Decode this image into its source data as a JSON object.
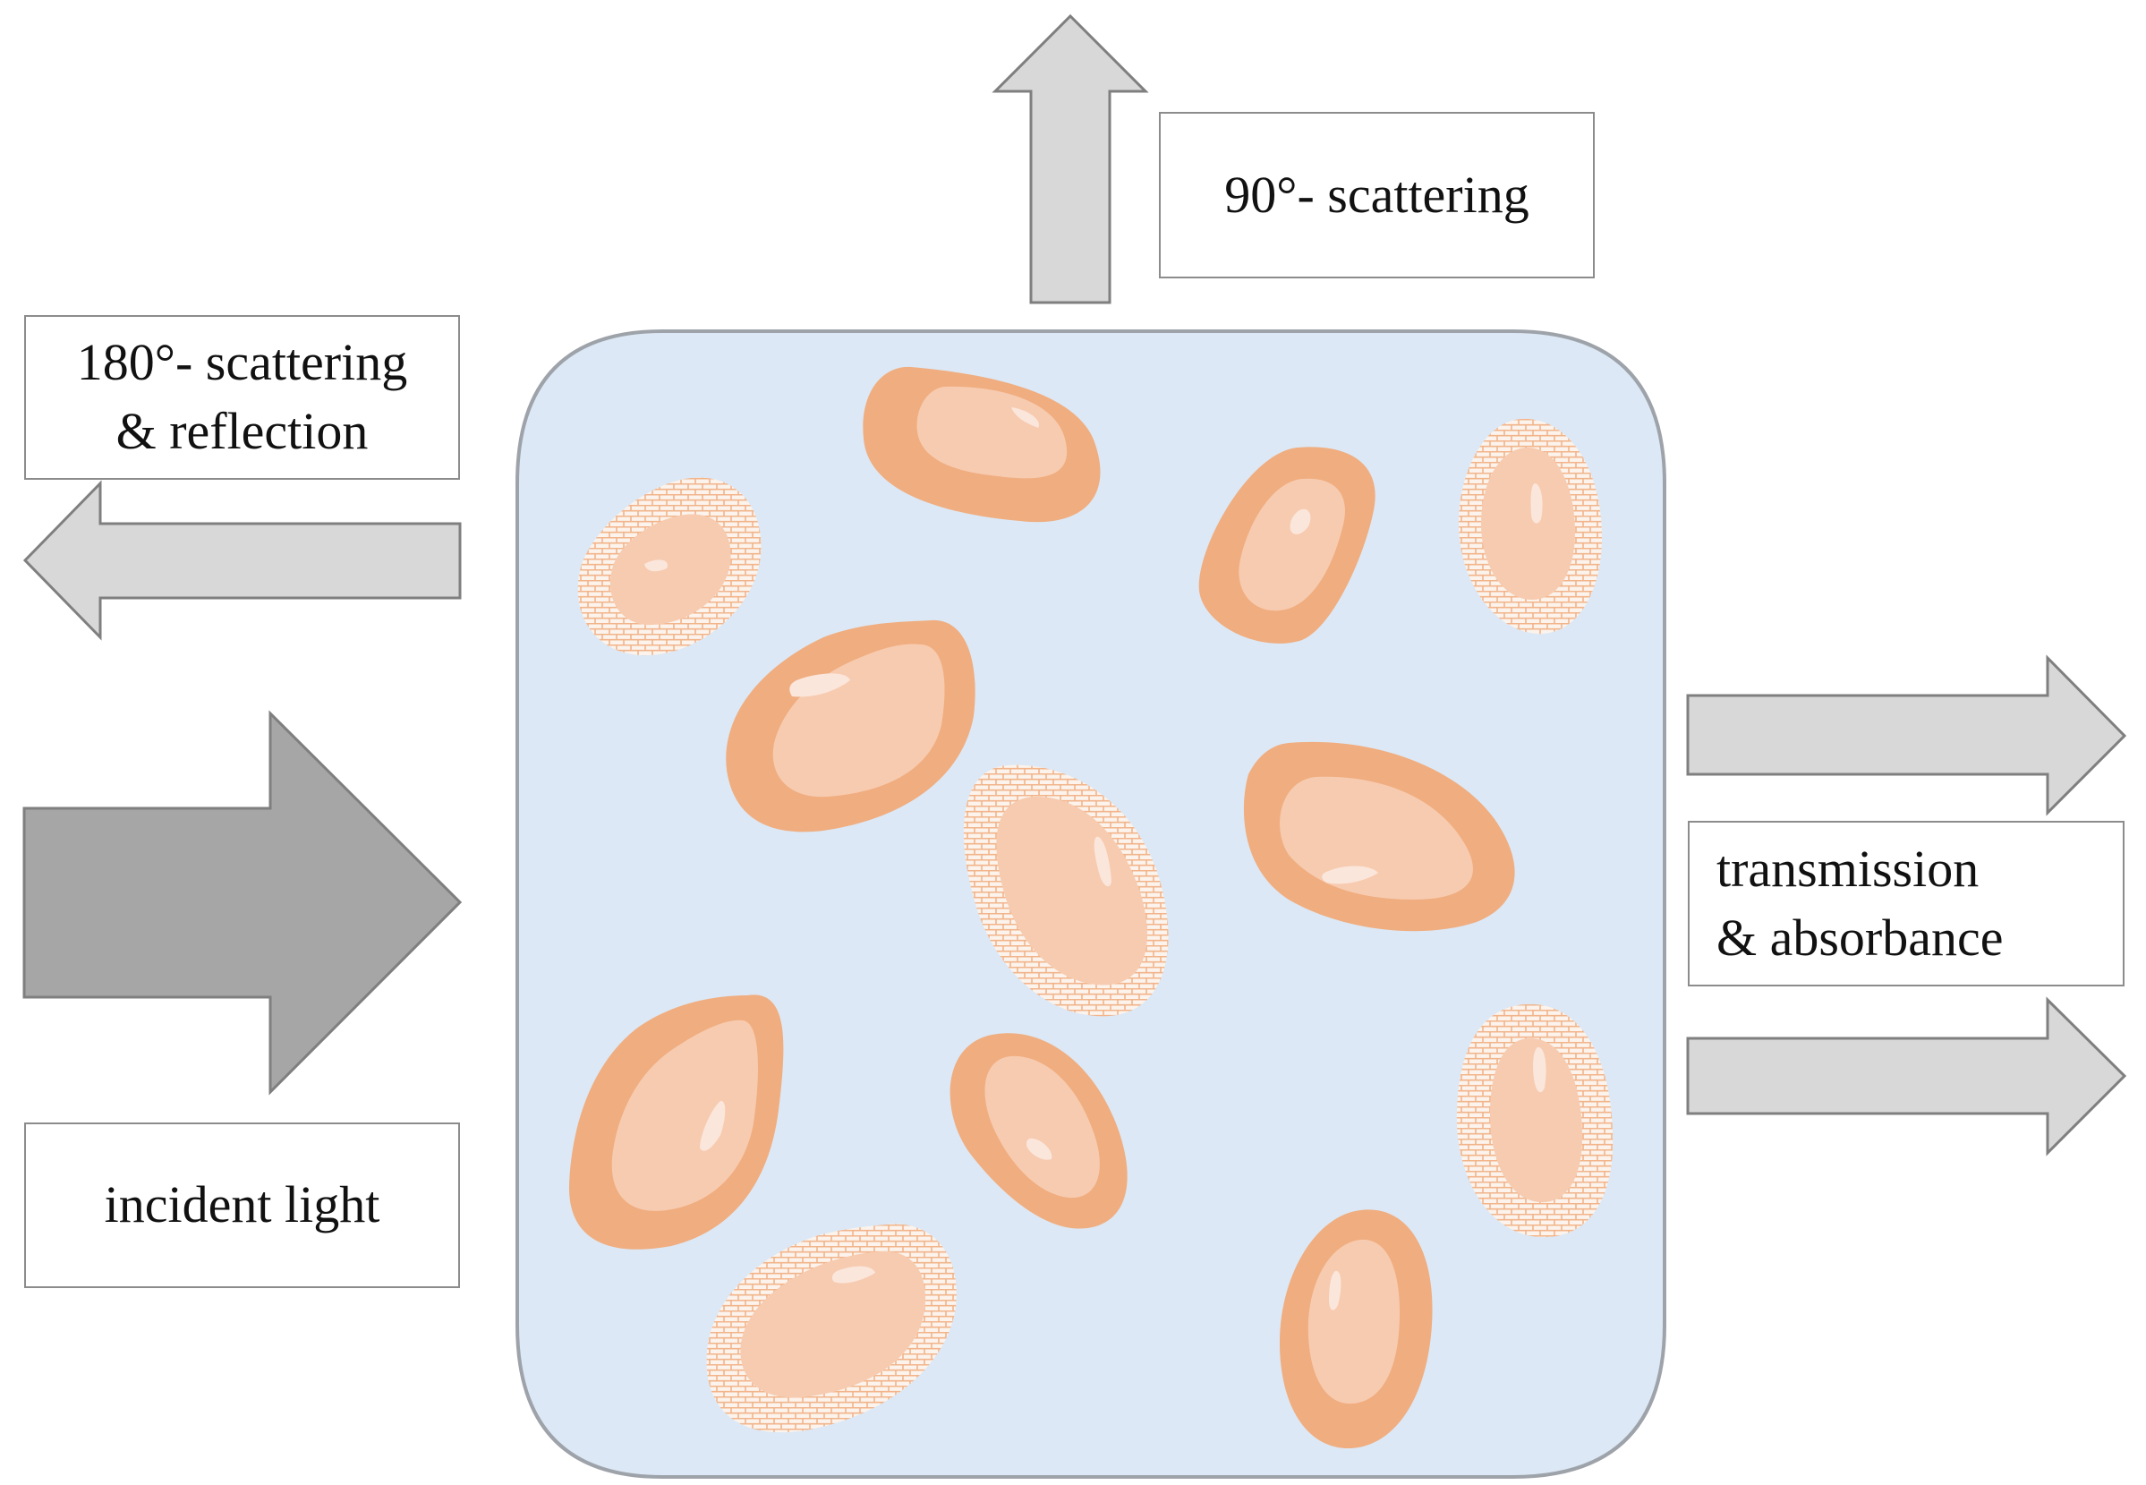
{
  "labels": {
    "scatter_90": "90°- scattering",
    "scatter_180_line1": "180°- scattering",
    "scatter_180_line2": "& reflection",
    "incident": "incident light",
    "transmission_line1": "transmission",
    "transmission_line2": "& absorbance"
  },
  "colors": {
    "sample_fill": "#dce8f5",
    "sample_border": "#9ea3aa",
    "particle_outer": "#f0ad7f",
    "particle_inner": "#f7cbb0",
    "particle_highlight": "#fbe6dc",
    "coating_brick": "#f2b48a",
    "arrow_light": "#d8d8d8",
    "arrow_dark": "#a6a6a6",
    "arrow_stroke": "#7f7f7f"
  },
  "icons": {
    "incident": "arrow-right-large-icon",
    "scatter_90": "arrow-up-icon",
    "scatter_180": "arrow-left-icon",
    "transmission": "arrow-right-icon"
  }
}
